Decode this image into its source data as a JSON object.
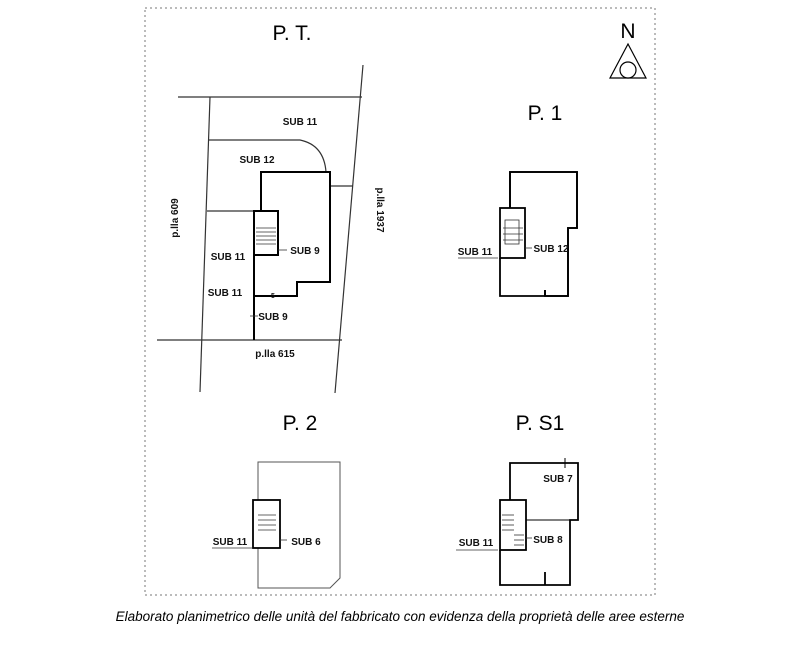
{
  "north_label": "N",
  "plans": {
    "pt": {
      "title": "P. T.",
      "labels": {
        "sub11_top": "SUB 11",
        "sub12": "SUB  12",
        "plla609": "p.lla 609",
        "plla1937": "p.lla 1937",
        "sub11_stair": "SUB 11",
        "sub9_main": "SUB 9",
        "sub11_lower": "SUB 11",
        "sub9_lower": "SUB 9",
        "plla615": "p.lla 615",
        "step_mark": "5"
      }
    },
    "p1": {
      "title": "P. 1",
      "labels": {
        "sub11": "SUB 11",
        "sub12": "SUB 12"
      }
    },
    "p2": {
      "title": "P. 2",
      "labels": {
        "sub11": "SUB 11",
        "sub6": "SUB 6"
      }
    },
    "ps1": {
      "title": "P. S1",
      "labels": {
        "sub7": "SUB 7",
        "sub11": "SUB 11",
        "sub8": "SUB 8"
      }
    }
  },
  "caption": "Elaborato planimetrico delle unità del fabbricato con evidenza della proprietà delle aree esterne"
}
